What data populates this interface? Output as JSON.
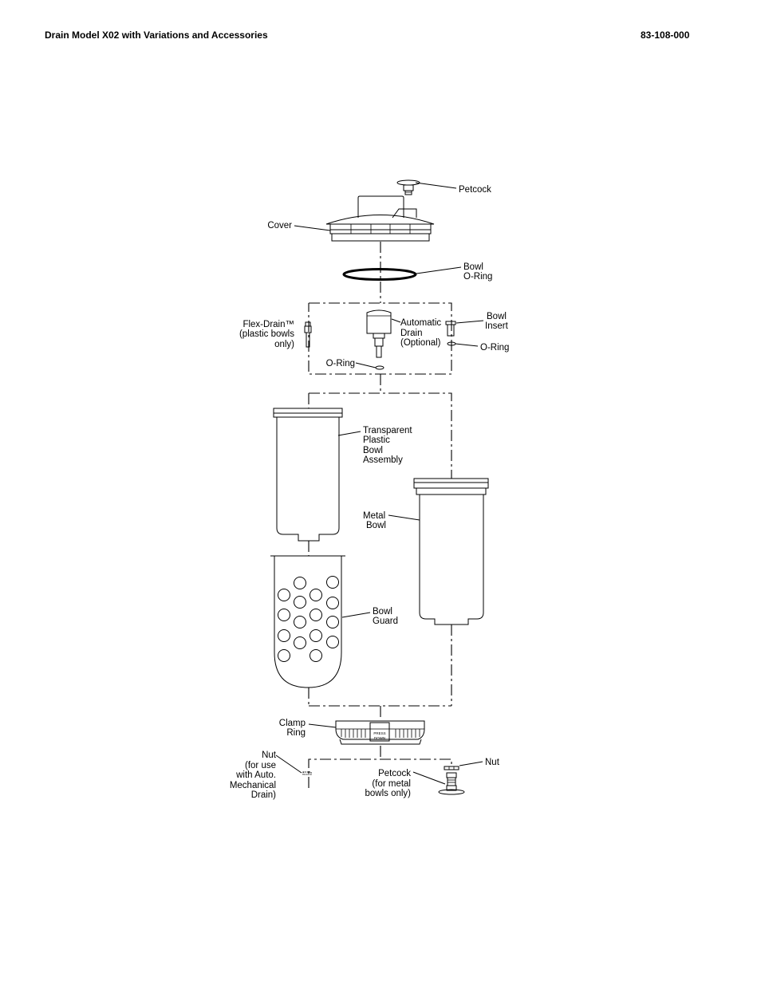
{
  "header": {
    "title": "Drain Model X02 with Variations and Accessories",
    "doc_number": "83-108-000"
  },
  "labels": {
    "petcock_top": "Petcock",
    "cover": "Cover",
    "bowl_oring": [
      "Bowl",
      "O-Ring"
    ],
    "flex_drain": [
      "Flex-Drain™",
      "(plastic bowls",
      "only)"
    ],
    "automatic_drain": [
      "Automatic",
      "Drain",
      "(Optional)"
    ],
    "bowl_insert": [
      "Bowl",
      "Insert"
    ],
    "oring_right": "O-Ring",
    "oring_left": "O-Ring",
    "transparent_bowl": [
      "Transparent",
      "Plastic",
      "Bowl",
      "Assembly"
    ],
    "metal_bowl": [
      "Metal",
      "Bowl"
    ],
    "bowl_guard": [
      "Bowl",
      "Guard"
    ],
    "clamp_ring": [
      "Clamp",
      "Ring"
    ],
    "clamp_press": [
      "PRESS",
      "DOWN"
    ],
    "nut_left": [
      "Nut",
      "(for use",
      "with Auto.",
      "Mechanical",
      "Drain)"
    ],
    "petcock_bottom": [
      "Petcock",
      "(for metal",
      "bowls only)"
    ],
    "nut_right": "Nut"
  }
}
